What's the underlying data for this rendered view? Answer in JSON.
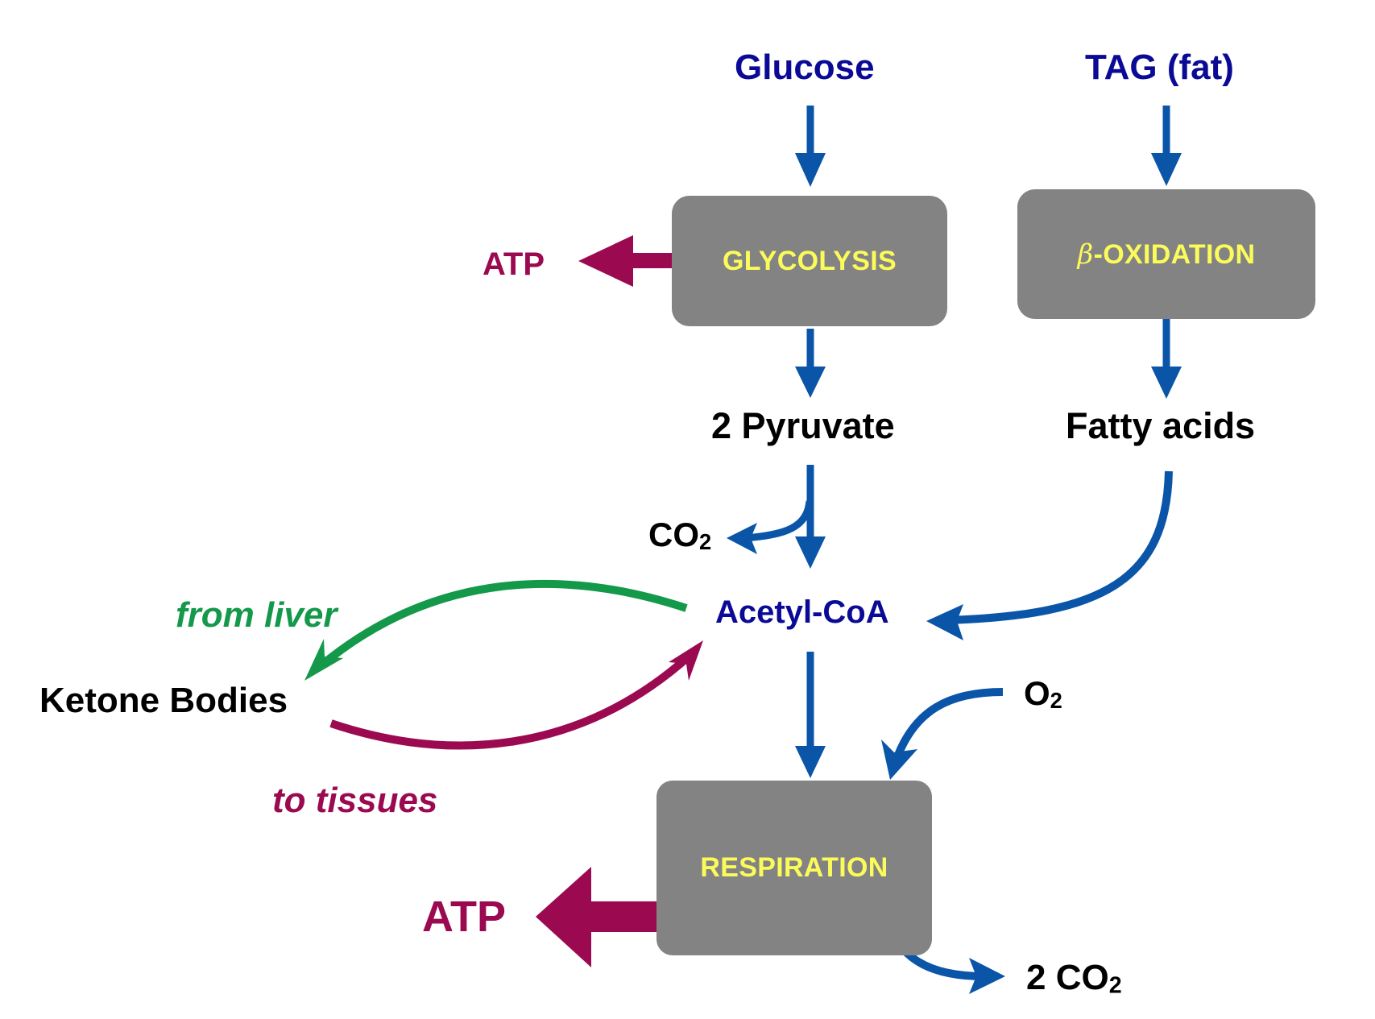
{
  "colors": {
    "substrate_text": "#0a0a96",
    "arrow_blue": "#0a55a8",
    "atp_magenta": "#9b0a50",
    "ketone_green": "#14994a",
    "process_box": "#838383",
    "process_text": "#fbfb5a",
    "product_text": "#000000"
  },
  "substrates": {
    "glucose": "Glucose",
    "tag": "TAG (fat)"
  },
  "processes": {
    "glycolysis": "GLYCOLYSIS",
    "beta_symbol": "β",
    "beta_oxidation": "-OXIDATION",
    "respiration": "RESPIRATION"
  },
  "products": {
    "pyruvate": "2 Pyruvate",
    "fatty_acids": "Fatty acids",
    "acetyl_coa": "Acetyl-CoA",
    "ketone_bodies": "Ketone Bodies",
    "co2_prefix": "CO",
    "co2_sub": "2",
    "o2_prefix": "O",
    "o2_sub": "2",
    "two_co2_prefix": "2 CO",
    "two_co2_sub": "2"
  },
  "atp": {
    "glycolysis_atp": "ATP",
    "respiration_atp": "ATP"
  },
  "annotations": {
    "from_liver": "from liver",
    "to_tissues": "to tissues"
  }
}
